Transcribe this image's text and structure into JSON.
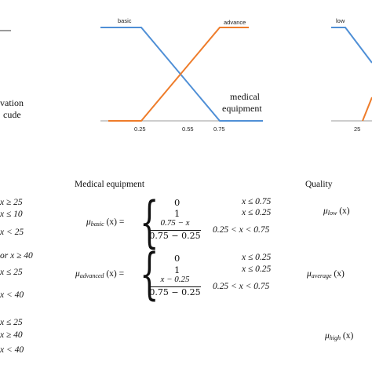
{
  "left_panel": {
    "label_line1": "vation",
    "label_line2": "cude",
    "conditions": [
      "x ≥ 25",
      "x ≤ 10",
      "x < 25",
      "or x ≥ 40",
      "x ≤ 25",
      "x < 40",
      "x ≤ 25",
      "x ≥ 40",
      "x < 40"
    ]
  },
  "medical_plot": {
    "series_labels": {
      "basic": "basic",
      "advance": "advance"
    },
    "annotation_line1": "medical",
    "annotation_line2": "equipment",
    "ticks": [
      "0.25",
      "0.55",
      "0.75"
    ],
    "colors": {
      "basic": "#4f8fd6",
      "advance": "#ee7c2a",
      "axis": "#9b9b9b"
    }
  },
  "quality_plot": {
    "series_label": "low",
    "tick": "25"
  },
  "medical_equations": {
    "title": "Medical equipment",
    "basic": {
      "mu": "μ",
      "sub": "basic",
      "arg": "(x) =",
      "case1": {
        "value": "0",
        "cond": "x ≤ 0.75"
      },
      "case2": {
        "value": "1",
        "cond": "x ≤ 0.25"
      },
      "case3": {
        "num": "0.75 − x",
        "den": "0.75 − 0.25",
        "cond": "0.25 < x < 0.75"
      }
    },
    "advanced": {
      "mu": "μ",
      "sub": "advanced",
      "arg": "(x) =",
      "case1": {
        "value": "0",
        "cond": "x ≤ 0.25"
      },
      "case2": {
        "value": "1",
        "cond": "x ≤ 0.25"
      },
      "case3": {
        "num": "x − 0.25",
        "den": "0.75 − 0.25",
        "cond": "0.25 < x < 0.75"
      }
    }
  },
  "quality_equations": {
    "title": "Quality",
    "low": {
      "mu": "μ",
      "sub": "low",
      "arg": "(x)"
    },
    "average": {
      "mu": "μ",
      "sub": "average",
      "arg": "(x)"
    },
    "high": {
      "mu": "μ",
      "sub": "high",
      "arg": "(x)"
    }
  }
}
